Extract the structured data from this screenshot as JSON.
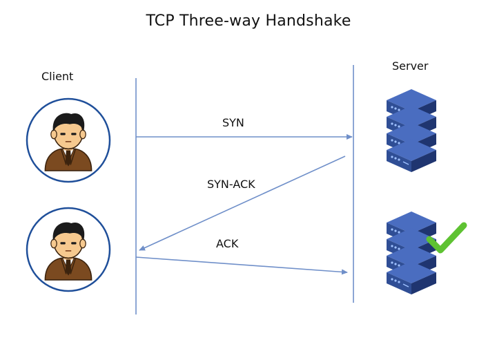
{
  "diagram": {
    "title": "TCP Three-way Handshake",
    "client_label": "Client",
    "server_label": "Server",
    "messages": {
      "syn": "SYN",
      "syn_ack": "SYN-ACK",
      "ack": "ACK"
    },
    "colors": {
      "line": "#6f8fc9",
      "circle": "#1f4f9a",
      "server_body": "#2f4e95",
      "server_dark": "#1f3570",
      "check": "#5ec232",
      "suit": "#7b4a20",
      "skin": "#f6c98f"
    },
    "icons": [
      "user-icon",
      "server-icon",
      "checkmark-icon"
    ]
  }
}
